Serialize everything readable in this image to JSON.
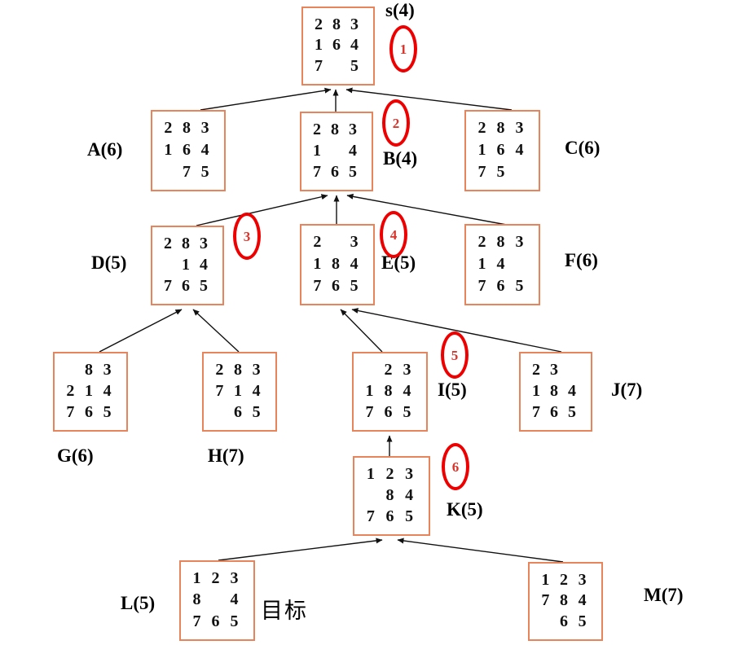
{
  "nodes": [
    {
      "id": "s",
      "label": "s(4)",
      "grid": [
        [
          "2",
          "8",
          "3"
        ],
        [
          "1",
          "6",
          "4"
        ],
        [
          "7",
          "",
          "5"
        ]
      ]
    },
    {
      "id": "A",
      "label": "A(6)",
      "grid": [
        [
          "2",
          "8",
          "3"
        ],
        [
          "1",
          "6",
          "4"
        ],
        [
          "",
          "7",
          "5"
        ]
      ]
    },
    {
      "id": "B",
      "label": "B(4)",
      "grid": [
        [
          "2",
          "8",
          "3"
        ],
        [
          "1",
          "",
          "4"
        ],
        [
          "7",
          "6",
          "5"
        ]
      ]
    },
    {
      "id": "C",
      "label": "C(6)",
      "grid": [
        [
          "2",
          "8",
          "3"
        ],
        [
          "1",
          "6",
          "4"
        ],
        [
          "7",
          "5",
          ""
        ]
      ]
    },
    {
      "id": "D",
      "label": "D(5)",
      "grid": [
        [
          "2",
          "8",
          "3"
        ],
        [
          "",
          "1",
          "4"
        ],
        [
          "7",
          "6",
          "5"
        ]
      ]
    },
    {
      "id": "E",
      "label": "E(5)",
      "grid": [
        [
          "2",
          "",
          "3"
        ],
        [
          "1",
          "8",
          "4"
        ],
        [
          "7",
          "6",
          "5"
        ]
      ]
    },
    {
      "id": "F",
      "label": "F(6)",
      "grid": [
        [
          "2",
          "8",
          "3"
        ],
        [
          "1",
          "4",
          ""
        ],
        [
          "7",
          "6",
          "5"
        ]
      ]
    },
    {
      "id": "G",
      "label": "G(6)",
      "grid": [
        [
          "",
          "8",
          "3"
        ],
        [
          "2",
          "1",
          "4"
        ],
        [
          "7",
          "6",
          "5"
        ]
      ]
    },
    {
      "id": "H",
      "label": "H(7)",
      "grid": [
        [
          "2",
          "8",
          "3"
        ],
        [
          "7",
          "1",
          "4"
        ],
        [
          "",
          "6",
          "5"
        ]
      ]
    },
    {
      "id": "I",
      "label": "I(5)",
      "grid": [
        [
          "",
          "2",
          "3"
        ],
        [
          "1",
          "8",
          "4"
        ],
        [
          "7",
          "6",
          "5"
        ]
      ]
    },
    {
      "id": "J",
      "label": "J(7)",
      "grid": [
        [
          "2",
          "3",
          ""
        ],
        [
          "1",
          "8",
          "4"
        ],
        [
          "7",
          "6",
          "5"
        ]
      ]
    },
    {
      "id": "K",
      "label": "K(5)",
      "grid": [
        [
          "1",
          "2",
          "3"
        ],
        [
          "",
          "8",
          "4"
        ],
        [
          "7",
          "6",
          "5"
        ]
      ]
    },
    {
      "id": "L",
      "label": "L(5)",
      "grid": [
        [
          "1",
          "2",
          "3"
        ],
        [
          "8",
          "",
          "4"
        ],
        [
          "7",
          "6",
          "5"
        ]
      ]
    },
    {
      "id": "M",
      "label": "M(7)",
      "grid": [
        [
          "1",
          "2",
          "3"
        ],
        [
          "7",
          "8",
          "4"
        ],
        [
          "",
          "6",
          "5"
        ]
      ]
    }
  ],
  "edges": [
    {
      "from": "A",
      "to": "s"
    },
    {
      "from": "B",
      "to": "s"
    },
    {
      "from": "C",
      "to": "s"
    },
    {
      "from": "D",
      "to": "B"
    },
    {
      "from": "E",
      "to": "B"
    },
    {
      "from": "F",
      "to": "B"
    },
    {
      "from": "G",
      "to": "D"
    },
    {
      "from": "H",
      "to": "D"
    },
    {
      "from": "I",
      "to": "E"
    },
    {
      "from": "J",
      "to": "E"
    },
    {
      "from": "K",
      "to": "I"
    },
    {
      "from": "L",
      "to": "K"
    },
    {
      "from": "M",
      "to": "K"
    }
  ],
  "step_badges": [
    {
      "number": "1",
      "node": "s"
    },
    {
      "number": "2",
      "node": "B"
    },
    {
      "number": "3",
      "node": "D"
    },
    {
      "number": "4",
      "node": "E"
    },
    {
      "number": "5",
      "node": "I"
    },
    {
      "number": "6",
      "node": "K"
    }
  ],
  "goal_label": "目标",
  "colors": {
    "box_border": "#e8845c",
    "ellipse": "#ee0000",
    "badge_number": "#d9342b",
    "line": "#111111",
    "text": "#111111"
  }
}
